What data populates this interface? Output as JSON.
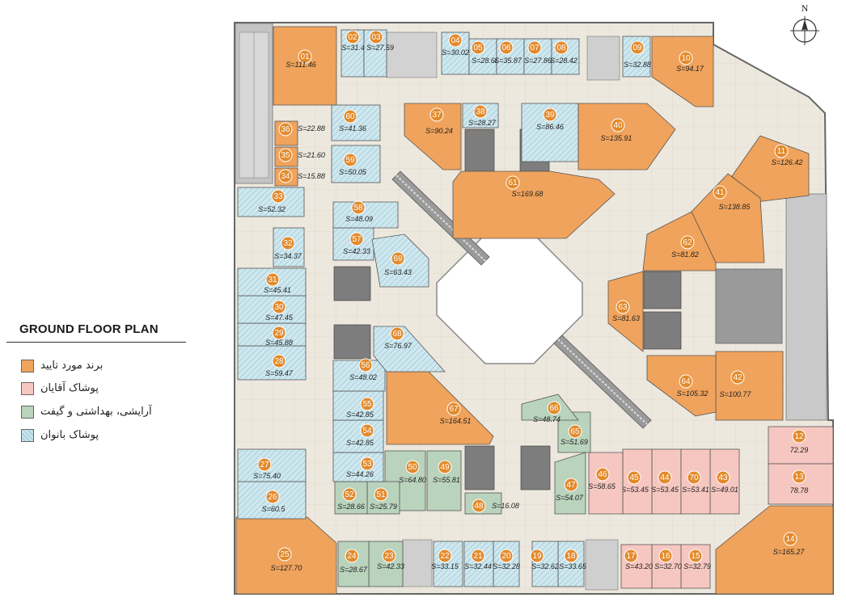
{
  "legend": {
    "title": "GROUND FLOOR PLAN",
    "items": [
      {
        "label": "برند مورد تایید",
        "category": "approved-brand",
        "color": "#f0a35c"
      },
      {
        "label": "پوشاک آقایان",
        "category": "mens-clothing",
        "color": "#f6c7c0"
      },
      {
        "label": "آرایشی، بهداشتی و گیفت",
        "category": "cosmetics-gift",
        "color": "#b9d3bd"
      },
      {
        "label": "پوشاک بانوان",
        "category": "womens-clothing",
        "color": "#bfe0e9"
      }
    ]
  },
  "compass": {
    "label": "N"
  },
  "colors": {
    "approved-brand": "#f0a35c",
    "mens-clothing": "#f6c7c0",
    "cosmetics-gift": "#b9d3bd",
    "womens-clothing": "#bfe0e9",
    "corridor": "#ece7dc",
    "badge": "#e38a2c",
    "wall": "#8a8a8a",
    "service": "#b5b5b5"
  },
  "units": [
    {
      "id": "01",
      "area": "S=111.46",
      "category": "approved-brand"
    },
    {
      "id": "02",
      "area": "S=31.42",
      "category": "womens-clothing"
    },
    {
      "id": "03",
      "area": "S=27.59",
      "category": "womens-clothing"
    },
    {
      "id": "04",
      "area": "S=30.02",
      "category": "womens-clothing"
    },
    {
      "id": "05",
      "area": "S=28.68",
      "category": "womens-clothing"
    },
    {
      "id": "06",
      "area": "S=35.87",
      "category": "womens-clothing"
    },
    {
      "id": "07",
      "area": "S=27.86",
      "category": "womens-clothing"
    },
    {
      "id": "08",
      "area": "S=28.42",
      "category": "womens-clothing"
    },
    {
      "id": "09",
      "area": "S=32.88",
      "category": "womens-clothing"
    },
    {
      "id": "10",
      "area": "S=94.17",
      "category": "approved-brand"
    },
    {
      "id": "11",
      "area": "S=126.42",
      "category": "approved-brand"
    },
    {
      "id": "12",
      "area": "72.29",
      "category": "mens-clothing"
    },
    {
      "id": "13",
      "area": "78.78",
      "category": "mens-clothing"
    },
    {
      "id": "14",
      "area": "S=165.27",
      "category": "approved-brand"
    },
    {
      "id": "15",
      "area": "S=32.79",
      "category": "mens-clothing"
    },
    {
      "id": "16",
      "area": "S=32.70",
      "category": "mens-clothing"
    },
    {
      "id": "17",
      "area": "S=43.20",
      "category": "mens-clothing"
    },
    {
      "id": "18",
      "area": "S=33.65",
      "category": "womens-clothing"
    },
    {
      "id": "19",
      "area": "S=32.62",
      "category": "womens-clothing"
    },
    {
      "id": "20",
      "area": "S=32.28",
      "category": "womens-clothing"
    },
    {
      "id": "21",
      "area": "S=32.44",
      "category": "womens-clothing"
    },
    {
      "id": "22",
      "area": "S=33.15",
      "category": "womens-clothing"
    },
    {
      "id": "23",
      "area": "S=42.33",
      "category": "cosmetics-gift"
    },
    {
      "id": "24",
      "area": "S=28.67",
      "category": "cosmetics-gift"
    },
    {
      "id": "25",
      "area": "S=127.70",
      "category": "approved-brand"
    },
    {
      "id": "26",
      "area": "S=60.5",
      "category": "womens-clothing"
    },
    {
      "id": "27",
      "area": "S=75.40",
      "category": "womens-clothing"
    },
    {
      "id": "28",
      "area": "S=59.47",
      "category": "womens-clothing"
    },
    {
      "id": "29",
      "area": "S=45.88",
      "category": "womens-clothing"
    },
    {
      "id": "30",
      "area": "S=47.45",
      "category": "womens-clothing"
    },
    {
      "id": "31",
      "area": "S=45.41",
      "category": "womens-clothing"
    },
    {
      "id": "32",
      "area": "S=34.37",
      "category": "womens-clothing"
    },
    {
      "id": "33",
      "area": "S=52.32",
      "category": "womens-clothing"
    },
    {
      "id": "34",
      "area": "S=15.88",
      "category": "approved-brand"
    },
    {
      "id": "35",
      "area": "S=21.60",
      "category": "approved-brand"
    },
    {
      "id": "36",
      "area": "S=22.88",
      "category": "approved-brand"
    },
    {
      "id": "37",
      "area": "S=90.24",
      "category": "approved-brand"
    },
    {
      "id": "38",
      "area": "S=28.27",
      "category": "womens-clothing"
    },
    {
      "id": "39",
      "area": "S=86.46",
      "category": "womens-clothing"
    },
    {
      "id": "40",
      "area": "S=135.91",
      "category": "approved-brand"
    },
    {
      "id": "41",
      "area": "S=138.85",
      "category": "approved-brand"
    },
    {
      "id": "42",
      "area": "S=100.77",
      "category": "approved-brand"
    },
    {
      "id": "43",
      "area": "S=49.01",
      "category": "mens-clothing"
    },
    {
      "id": "44",
      "area": "S=53.45",
      "category": "mens-clothing"
    },
    {
      "id": "45",
      "area": "S=53.45",
      "category": "mens-clothing"
    },
    {
      "id": "46",
      "area": "S=58.65",
      "category": "mens-clothing"
    },
    {
      "id": "47",
      "area": "S=54.07",
      "category": "cosmetics-gift"
    },
    {
      "id": "48",
      "area": "S=16.08",
      "category": "cosmetics-gift"
    },
    {
      "id": "49",
      "area": "S=55.81",
      "category": "cosmetics-gift"
    },
    {
      "id": "50",
      "area": "S=64.80",
      "category": "cosmetics-gift"
    },
    {
      "id": "51",
      "area": "S=25.79",
      "category": "cosmetics-gift"
    },
    {
      "id": "52",
      "area": "S=28.66",
      "category": "cosmetics-gift"
    },
    {
      "id": "53",
      "area": "S=44.26",
      "category": "womens-clothing"
    },
    {
      "id": "54",
      "area": "S=42.85",
      "category": "womens-clothing"
    },
    {
      "id": "55",
      "area": "S=42.85",
      "category": "womens-clothing"
    },
    {
      "id": "56",
      "area": "S=48.02",
      "category": "womens-clothing"
    },
    {
      "id": "57",
      "area": "S=42.33",
      "category": "womens-clothing"
    },
    {
      "id": "58",
      "area": "S=48.09",
      "category": "womens-clothing"
    },
    {
      "id": "59",
      "area": "S=50.05",
      "category": "womens-clothing"
    },
    {
      "id": "60",
      "area": "S=41.36",
      "category": "womens-clothing"
    },
    {
      "id": "61",
      "area": "S=169.68",
      "category": "approved-brand"
    },
    {
      "id": "62",
      "area": "S=81.82",
      "category": "approved-brand"
    },
    {
      "id": "63",
      "area": "S=81.63",
      "category": "approved-brand"
    },
    {
      "id": "64",
      "area": "S=105.32",
      "category": "approved-brand"
    },
    {
      "id": "65",
      "area": "S=51.69",
      "category": "cosmetics-gift"
    },
    {
      "id": "66",
      "area": "S=48.74",
      "category": "cosmetics-gift"
    },
    {
      "id": "67",
      "area": "S=164.51",
      "category": "approved-brand"
    },
    {
      "id": "68",
      "area": "S=76.97",
      "category": "womens-clothing"
    },
    {
      "id": "69",
      "area": "S=63.43",
      "category": "womens-clothing"
    },
    {
      "id": "70",
      "area": "S=53.41",
      "category": "mens-clothing"
    }
  ]
}
